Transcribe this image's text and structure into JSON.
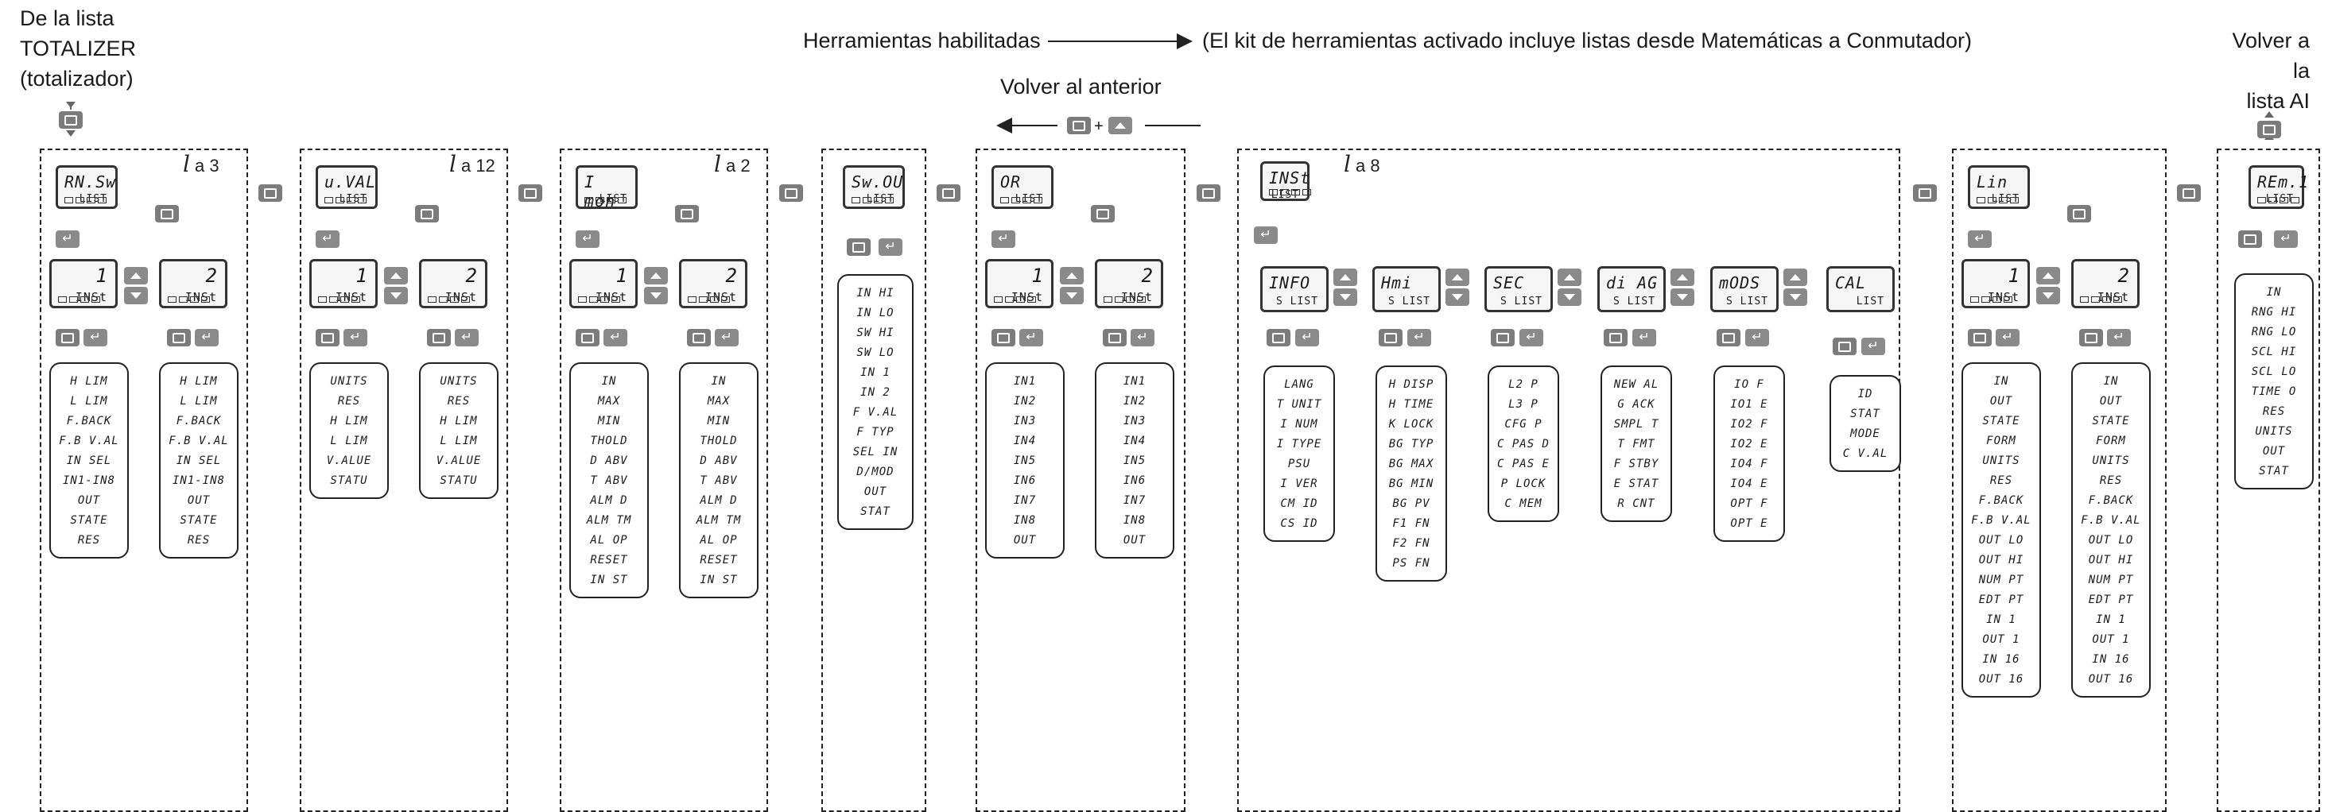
{
  "header": {
    "from_totalizer": [
      "De la lista",
      "TOTALIZER",
      "(totalizador)"
    ],
    "tools_enabled": "Herramientas habilitadas",
    "kit_note": "(El kit de herramientas activado incluye listas desde Matemáticas a Conmutador)",
    "back_previous": "Volver al anterior",
    "back_ai": [
      "Volver a la",
      "lista AI"
    ],
    "plus": "+"
  },
  "sections": [
    {
      "id": "math",
      "range": "a 3",
      "list_title": "RN.Sw",
      "list_sub": "LIST",
      "inst": [
        "1",
        "2"
      ],
      "inst_label": "INSt",
      "params": [
        "H LIM",
        "L LIM",
        "F.BACK",
        "F.B V.AL",
        "IN SEL",
        "IN1-IN8",
        "OUT",
        "STATE",
        "RES"
      ]
    },
    {
      "id": "uval",
      "range": "a 12",
      "list_title": "u.VAL",
      "list_sub": "LIST",
      "inst": [
        "1",
        "2"
      ],
      "inst_label": "INSt",
      "params": [
        "UNITS",
        "RES",
        "H LIM",
        "L LIM",
        "V.ALUE",
        "STATU"
      ]
    },
    {
      "id": "imon",
      "range": "a 2",
      "list_title": "I mon",
      "list_sub": "LIST",
      "inst": [
        "1",
        "2"
      ],
      "inst_label": "INSt",
      "params": [
        "IN",
        "MAX",
        "MIN",
        "THOLD",
        "D ABV",
        "T ABV",
        "ALM D",
        "ALM TM",
        "AL OP",
        "RESET",
        "IN ST"
      ]
    },
    {
      "id": "swou",
      "range": "",
      "list_title": "Sw.OU",
      "list_sub": "LIST",
      "inst": [],
      "inst_label": "",
      "params": [
        "IN HI",
        "IN LO",
        "SW HI",
        "SW LO",
        "IN 1",
        "IN 2",
        "F V.AL",
        "F TYP",
        "SEL IN",
        "D/MOD",
        "OUT",
        "STAT"
      ]
    },
    {
      "id": "or",
      "range": "",
      "list_title": "OR",
      "list_sub": "LIST",
      "inst": [
        "1",
        "2"
      ],
      "inst_label": "INSt",
      "params": [
        "IN1",
        "IN2",
        "IN3",
        "IN4",
        "IN5",
        "IN6",
        "IN7",
        "IN8",
        "OUT"
      ]
    },
    {
      "id": "inst",
      "range": "a 8",
      "list_title": "INSt",
      "list_sub": "LIST"
    },
    {
      "id": "lin",
      "range": "",
      "list_title": "Lin",
      "list_sub": "LIST",
      "inst": [
        "1",
        "2"
      ],
      "inst_label": "INSt",
      "params": [
        "IN",
        "OUT",
        "STATE",
        "FORM",
        "UNITS",
        "RES",
        "F.BACK",
        "F.B V.AL",
        "OUT LO",
        "OUT HI",
        "NUM PT",
        "EDT PT",
        "IN 1",
        "OUT 1",
        "IN 16",
        "OUT 16"
      ]
    },
    {
      "id": "rem",
      "range": "",
      "list_title": "REm.1",
      "list_sub": "LIST",
      "params": [
        "IN",
        "RNG HI",
        "RNG LO",
        "SCL HI",
        "SCL LO",
        "TIME O",
        "RES",
        "UNITS",
        "OUT",
        "STAT"
      ]
    }
  ],
  "sublists": [
    {
      "title": "INFO",
      "sub": "S LIST",
      "params": [
        "LANG",
        "T UNIT",
        "I NUM",
        "I TYPE",
        "PSU",
        "I VER",
        "CM ID",
        "CS ID"
      ]
    },
    {
      "title": "Hmi",
      "sub": "S LIST",
      "params": [
        "H DISP",
        "H TIME",
        "K LOCK",
        "BG TYP",
        "BG MAX",
        "BG MIN",
        "BG PV",
        "F1 FN",
        "F2 FN",
        "PS FN"
      ]
    },
    {
      "title": "SEC",
      "sub": "S LIST",
      "params": [
        "L2 P",
        "L3 P",
        "CFG P",
        "C PAS D",
        "C PAS E",
        "P LOCK",
        "C MEM"
      ]
    },
    {
      "title": "di AG",
      "sub": "S LIST",
      "params": [
        "NEW AL",
        "G ACK",
        "SMPL T",
        "T FMT",
        "F STBY",
        "E STAT",
        "R CNT"
      ]
    },
    {
      "title": "mODS",
      "sub": "S LIST",
      "params": [
        "IO F",
        "IO1 E",
        "IO2 F",
        "IO2 E",
        "IO4 F",
        "IO4 E",
        "OPT F",
        "OPT E"
      ]
    },
    {
      "title": "CAL",
      "sub": "LIST",
      "params": [
        "ID",
        "STAT",
        "MODE",
        "C V.AL"
      ]
    }
  ],
  "range_prefix": "l"
}
